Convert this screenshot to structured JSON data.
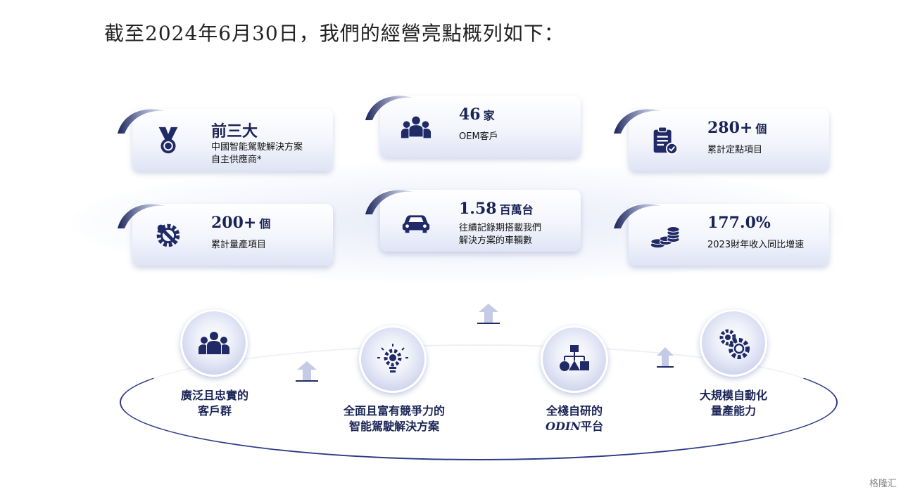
{
  "heading": "截至2024年6月30日，我們的經營亮點概列如下：",
  "stats": [
    {
      "value": "前三大",
      "unit": "",
      "line1": "中國智能駕駛解決方案",
      "line2": "自主供應商*",
      "icon": "medal-icon"
    },
    {
      "value": "46",
      "unit": "家",
      "line1": "OEM客戶",
      "line2": "",
      "icon": "people-group-icon"
    },
    {
      "value": "280+",
      "unit": "個",
      "line1": "累計定點項目",
      "line2": "",
      "icon": "clipboard-check-icon"
    },
    {
      "value": "200+",
      "unit": "個",
      "line1": "累計量產項目",
      "line2": "",
      "icon": "gear-wrench-icon"
    },
    {
      "value": "1.58",
      "unit": "百萬台",
      "line1": "往績記錄期搭載我們",
      "line2": "解決方案的車輛數",
      "icon": "car-icon"
    },
    {
      "value": "177.0%",
      "unit": "",
      "line1": "2023財年收入同比增速",
      "line2": "",
      "icon": "coins-icon"
    }
  ],
  "pillars": [
    {
      "line1": "廣泛且忠實的",
      "line2": "客戶群",
      "icon": "customers-icon"
    },
    {
      "line1": "全面且富有競爭力的",
      "line2": "智能駕駛解決方案",
      "icon": "lightbulb-gear-icon"
    },
    {
      "line1": "全棧自研的",
      "line2_em": "ODIN",
      "line2": "平台",
      "icon": "hierarchy-icon"
    },
    {
      "line1": "大規模自動化",
      "line2": "量產能力",
      "icon": "gears-icon"
    }
  ],
  "watermark": "格隆汇",
  "colors": {
    "navy": "#1a2456",
    "accent": "#2d3a85"
  }
}
